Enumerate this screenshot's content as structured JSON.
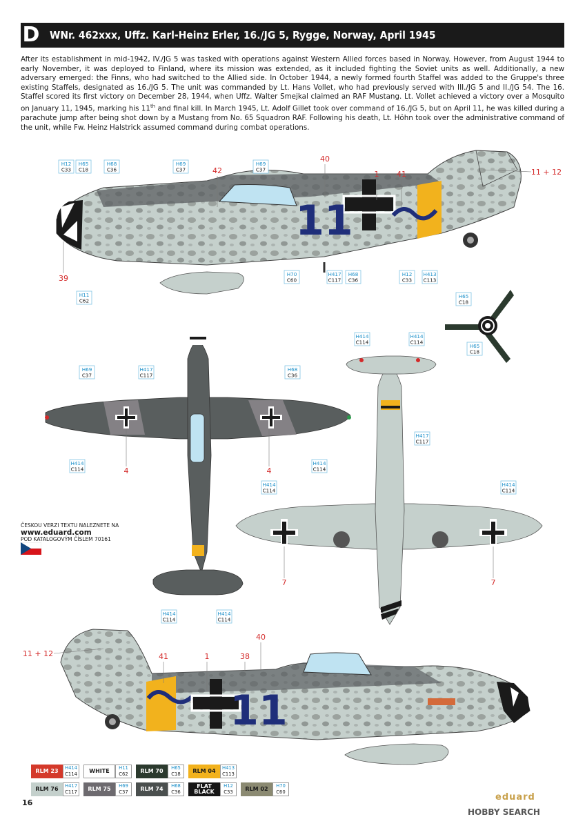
{
  "header": {
    "letter": "D",
    "title": "WNr. 462xxx, Uffz. Karl-Heinz Erler, 16./JG 5, Rygge, Norway, April 1945"
  },
  "intro": {
    "p1": "After its establishment in mid-1942, IV./JG 5 was tasked with operations against Western Allied forces based in Norway. However, from August 1944 to early November, it was deployed to Finland, where its mission was extended, as it included fighting the Soviet units as well. Additionally, a new adversary emerged: the Finns, who had switched to the Allied side. In October 1944, a newly formed fourth Staffel was added to the Gruppe's three existing Staffels, designated as 16./JG 5. The unit was commanded by Lt. Hans Vollet, who had previously served with III./JG 5 and II./JG 54. The 16. Staffel scored its first victory on December 28, 1944, when Uffz. Walter Smejkal claimed an RAF Mustang. Lt. Vollet achieved a victory over a Mosquito on January 11, 1945, marking his 11",
    "sup": "th",
    "p2": " and final kill. In March 1945, Lt. Adolf Gillet took over command of 16./JG 5, but on April 11, he was killed during a parachute jump after being shot down by a Mustang from No. 65 Squadron RAF. Following his death, Lt. Höhn took over the administrative command of the unit, while Fw. Heinz Halstrick assumed command during combat operations."
  },
  "callouts_side_top": [
    {
      "h": "H12",
      "c": "C33"
    },
    {
      "h": "H65",
      "c": "C18"
    },
    {
      "h": "H68",
      "c": "C36"
    },
    {
      "h": "H69",
      "c": "C37"
    },
    {
      "h": "H69",
      "c": "C37"
    },
    {
      "h": "H11",
      "c": "C62"
    },
    {
      "h": "H70",
      "c": "C60"
    },
    {
      "h": "H417",
      "c": "C117"
    },
    {
      "h": "H68",
      "c": "C36"
    },
    {
      "h": "H12",
      "c": "C33"
    },
    {
      "h": "H413",
      "c": "C113"
    }
  ],
  "callouts_prop": [
    {
      "h": "H65",
      "c": "C18"
    },
    {
      "h": "H65",
      "c": "C18"
    }
  ],
  "callouts_top": [
    {
      "h": "H69",
      "c": "C37"
    },
    {
      "h": "H417",
      "c": "C117"
    },
    {
      "h": "H68",
      "c": "C36"
    },
    {
      "h": "H414",
      "c": "C114"
    },
    {
      "h": "H414",
      "c": "C114"
    },
    {
      "h": "H414",
      "c": "C114"
    },
    {
      "h": "H414",
      "c": "C114"
    }
  ],
  "callouts_bottom": [
    {
      "h": "H414",
      "c": "C114"
    },
    {
      "h": "H414",
      "c": "C114"
    },
    {
      "h": "H417",
      "c": "C117"
    },
    {
      "h": "H414",
      "c": "C114"
    },
    {
      "h": "H414",
      "c": "C114"
    }
  ],
  "decals": {
    "d40a": "40",
    "d42": "42",
    "d1a": "1",
    "d41a": "41",
    "d1112a": "11 + 12",
    "d39": "39",
    "d4a": "4",
    "d4b": "4",
    "d7a": "7",
    "d7b": "7",
    "d40b": "40",
    "d1112b": "11 + 12",
    "d41b": "41",
    "d38": "38",
    "d1b": "1"
  },
  "aircraft_code": "11",
  "czech_note": {
    "line1": "ČESKOU VERZI TEXTU NALEZNETE NA",
    "url": "www.eduard.com",
    "line2": "POD KATALOGOVÝM ČÍSLEM 70161"
  },
  "legend": [
    {
      "name": "RLM 23",
      "h": "H414",
      "c": "C114",
      "color": "#d4392a",
      "text": "#ffffff"
    },
    {
      "name": "WHITE",
      "h": "H11",
      "c": "C62",
      "color": "#ffffff",
      "text": "#1a1a1a"
    },
    {
      "name": "RLM 70",
      "h": "H65",
      "c": "C18",
      "color": "#2b3a2e",
      "text": "#ffffff"
    },
    {
      "name": "RLM 04",
      "h": "H413",
      "c": "C113",
      "color": "#f2b21d",
      "text": "#1a1a1a"
    },
    {
      "name": "RLM 76",
      "h": "H417",
      "c": "C117",
      "color": "#c4d0cc",
      "text": "#1a1a1a"
    },
    {
      "name": "RLM 75",
      "h": "H69",
      "c": "C37",
      "color": "#6d6a6f",
      "text": "#ffffff"
    },
    {
      "name": "RLM 74",
      "h": "H68",
      "c": "C36",
      "color": "#4a4f4e",
      "text": "#ffffff"
    },
    {
      "name": "FLAT BLACK",
      "h": "H12",
      "c": "C33",
      "color": "#151515",
      "text": "#ffffff"
    },
    {
      "name": "RLM 02",
      "h": "H70",
      "c": "C60",
      "color": "#8b8a72",
      "text": "#1a1a1a"
    }
  ],
  "page_number": "16",
  "brand": "eduard",
  "watermark": "HOBBY SEARCH"
}
